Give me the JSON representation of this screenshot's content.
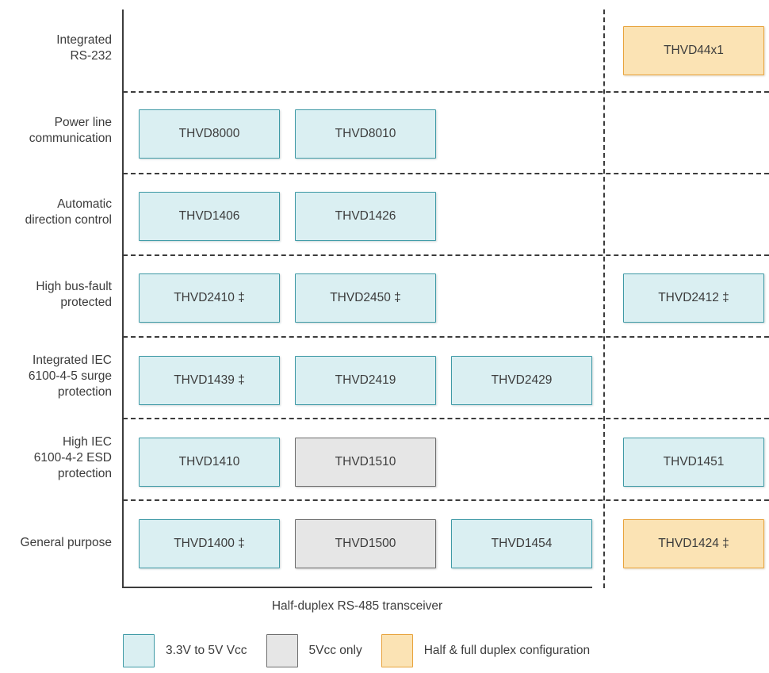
{
  "chart_data": {
    "type": "table",
    "title": "Half-duplex RS-485 transceiver",
    "xlabel": "Half-duplex RS-485 transceiver",
    "ylabel": "",
    "grid": true,
    "legend_position": "bottom",
    "row_categories": [
      "Integrated\nRS-232",
      "Power line\ncommunication",
      "Automatic\ndirection control",
      "High bus-fault\nprotected",
      "Integrated IEC\n6100-4-5 surge\nprotection",
      "High IEC\n6100-4-2 ESD\nprotection",
      "General purpose"
    ],
    "column_groups": [
      "Half-duplex RS-485 transceiver",
      "Half & full duplex configuration"
    ],
    "cells": [
      {
        "label": "THVD44x1",
        "row": 0,
        "col": 3,
        "category": "orange"
      },
      {
        "label": "THVD8000",
        "row": 1,
        "col": 0,
        "category": "cyan"
      },
      {
        "label": "THVD8010",
        "row": 1,
        "col": 1,
        "category": "cyan"
      },
      {
        "label": "THVD1406",
        "row": 2,
        "col": 0,
        "category": "cyan"
      },
      {
        "label": "THVD1426",
        "row": 2,
        "col": 1,
        "category": "cyan"
      },
      {
        "label": "THVD2410 ‡",
        "row": 3,
        "col": 0,
        "category": "cyan"
      },
      {
        "label": "THVD2450 ‡",
        "row": 3,
        "col": 1,
        "category": "cyan"
      },
      {
        "label": "THVD2412 ‡",
        "row": 3,
        "col": 3,
        "category": "cyan"
      },
      {
        "label": "THVD1439 ‡",
        "row": 4,
        "col": 0,
        "category": "cyan"
      },
      {
        "label": "THVD2419",
        "row": 4,
        "col": 1,
        "category": "cyan"
      },
      {
        "label": "THVD2429",
        "row": 4,
        "col": 2,
        "category": "cyan"
      },
      {
        "label": "THVD1410",
        "row": 5,
        "col": 0,
        "category": "cyan"
      },
      {
        "label": "THVD1510",
        "row": 5,
        "col": 1,
        "category": "gray"
      },
      {
        "label": "THVD1451",
        "row": 5,
        "col": 3,
        "category": "cyan"
      },
      {
        "label": "THVD1400 ‡",
        "row": 6,
        "col": 0,
        "category": "cyan"
      },
      {
        "label": "THVD1500",
        "row": 6,
        "col": 1,
        "category": "gray"
      },
      {
        "label": "THVD1454",
        "row": 6,
        "col": 2,
        "category": "cyan"
      },
      {
        "label": "THVD1424 ‡",
        "row": 6,
        "col": 3,
        "category": "orange"
      }
    ],
    "legend": [
      {
        "swatch": "cyan",
        "label": "3.3V to 5V Vcc",
        "color": "#daeff2"
      },
      {
        "swatch": "gray",
        "label": "5Vcc only",
        "color": "#e6e6e6"
      },
      {
        "swatch": "orange",
        "label": "Half & full duplex configuration",
        "color": "#fbe3b4"
      }
    ]
  },
  "rows": [
    {
      "label": "Integrated\nRS-232"
    },
    {
      "label": "Power line\ncommunication"
    },
    {
      "label": "Automatic\ndirection control"
    },
    {
      "label": "High bus-fault\nprotected"
    },
    {
      "label": "Integrated IEC\n6100-4-5 surge\nprotection"
    },
    {
      "label": "High IEC\n6100-4-2 ESD\nprotection"
    },
    {
      "label": "General purpose"
    }
  ],
  "boxes": [
    {
      "label": "THVD44x1"
    },
    {
      "label": "THVD8000"
    },
    {
      "label": "THVD8010"
    },
    {
      "label": "THVD1406"
    },
    {
      "label": "THVD1426"
    },
    {
      "label": "THVD2410 ‡"
    },
    {
      "label": "THVD2450 ‡"
    },
    {
      "label": "THVD2412 ‡"
    },
    {
      "label": "THVD1439 ‡"
    },
    {
      "label": "THVD2419"
    },
    {
      "label": "THVD2429"
    },
    {
      "label": "THVD1410"
    },
    {
      "label": "THVD1510"
    },
    {
      "label": "THVD1451"
    },
    {
      "label": "THVD1400 ‡"
    },
    {
      "label": "THVD1500"
    },
    {
      "label": "THVD1454"
    },
    {
      "label": "THVD1424 ‡"
    }
  ],
  "caption": {
    "text": "Half-duplex RS-485 transceiver"
  },
  "legend": {
    "items": [
      {
        "label": "3.3V to 5V Vcc"
      },
      {
        "label": "5Vcc only"
      },
      {
        "label": "Half & full duplex configuration"
      }
    ]
  },
  "colors": {
    "cyan_fill": "#daeff2",
    "cyan_border": "#3f9aa6",
    "gray_fill": "#e6e6e6",
    "gray_border": "#6e6e6e",
    "orange_fill": "#fbe3b4",
    "orange_border": "#e8a33d",
    "axis": "#3c3c3c",
    "text": "#3c3c3c"
  }
}
